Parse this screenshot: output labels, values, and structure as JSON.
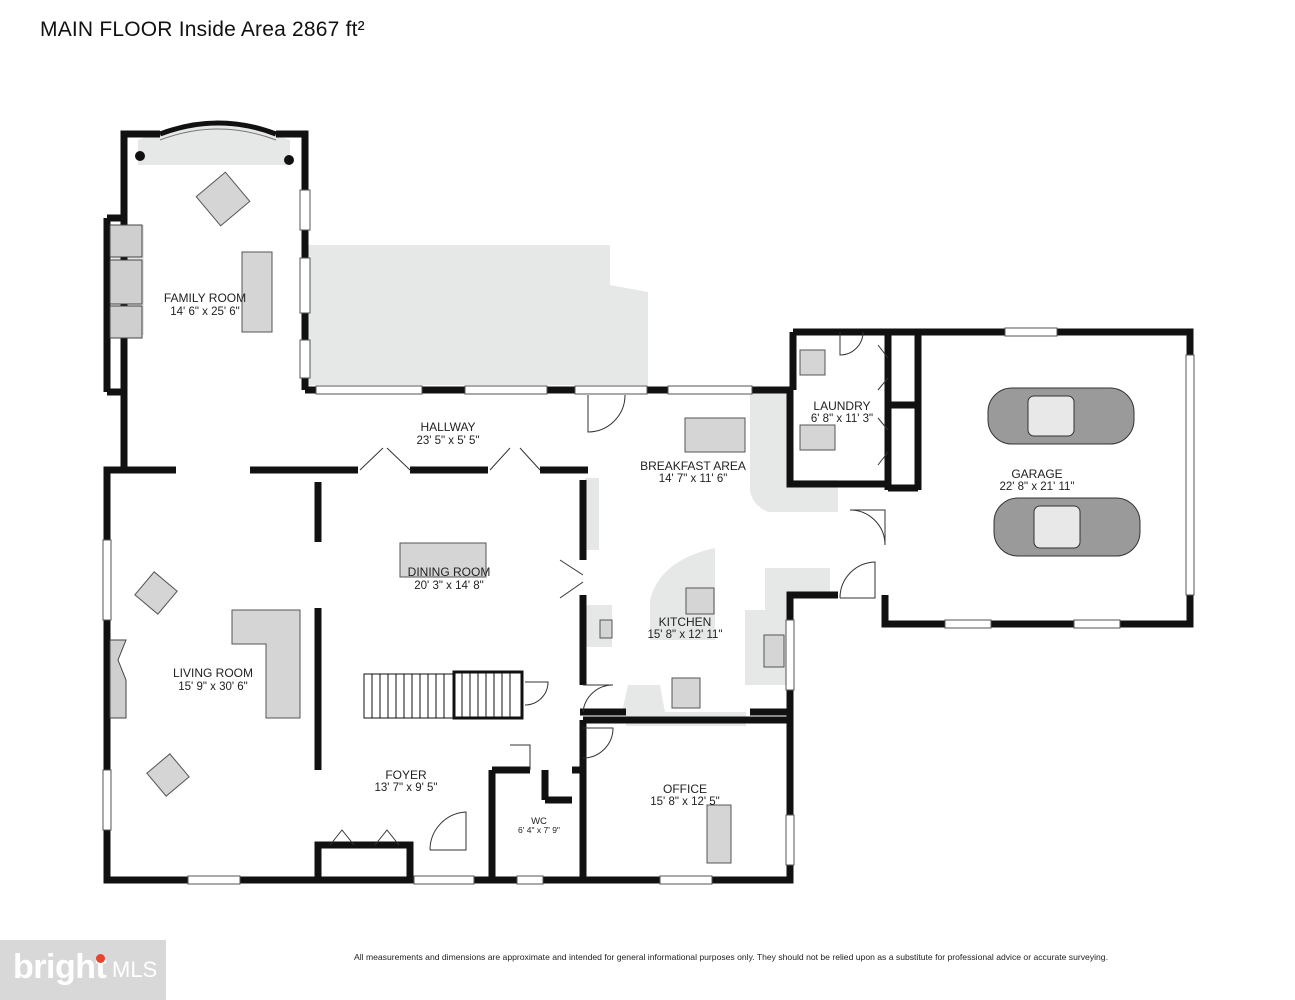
{
  "header": {
    "title": "MAIN FLOOR Inside Area 2867 ft²"
  },
  "rooms": {
    "family_room": {
      "name": "FAMILY ROOM",
      "dims": "14' 6\" x 25' 6\""
    },
    "hallway": {
      "name": "HALLWAY",
      "dims": "23' 5\" x 5' 5\""
    },
    "breakfast_area": {
      "name": "BREAKFAST AREA",
      "dims": "14' 7\" x 11' 6\""
    },
    "laundry": {
      "name": "LAUNDRY",
      "dims": "6' 8\" x 11' 3\""
    },
    "garage": {
      "name": "GARAGE",
      "dims": "22' 8\" x 21' 11\""
    },
    "dining_room": {
      "name": "DINING ROOM",
      "dims": "20' 3\" x 14' 8\""
    },
    "kitchen": {
      "name": "KITCHEN",
      "dims": "15' 8\" x 12' 11\""
    },
    "living_room": {
      "name": "LIVING ROOM",
      "dims": "15' 9\" x 30' 6\""
    },
    "foyer": {
      "name": "FOYER",
      "dims": "13' 7\" x 9' 5\""
    },
    "wc": {
      "name": "WC",
      "dims": "6' 4\" x 7' 9\""
    },
    "office": {
      "name": "OFFICE",
      "dims": "15' 8\" x 12' 5\""
    }
  },
  "footer": {
    "disclaimer": "All measurements and dimensions are approximate and intended for general informational purposes only. They should not be relied upon as a substitute for professional advice or accurate surveying."
  },
  "logo": {
    "wordmark": "bright MLS",
    "accent_color": "#e8432e"
  },
  "colors": {
    "wall": "#111111",
    "floor_fill": "#e6e8e8",
    "furniture": "#cfcfcf"
  }
}
